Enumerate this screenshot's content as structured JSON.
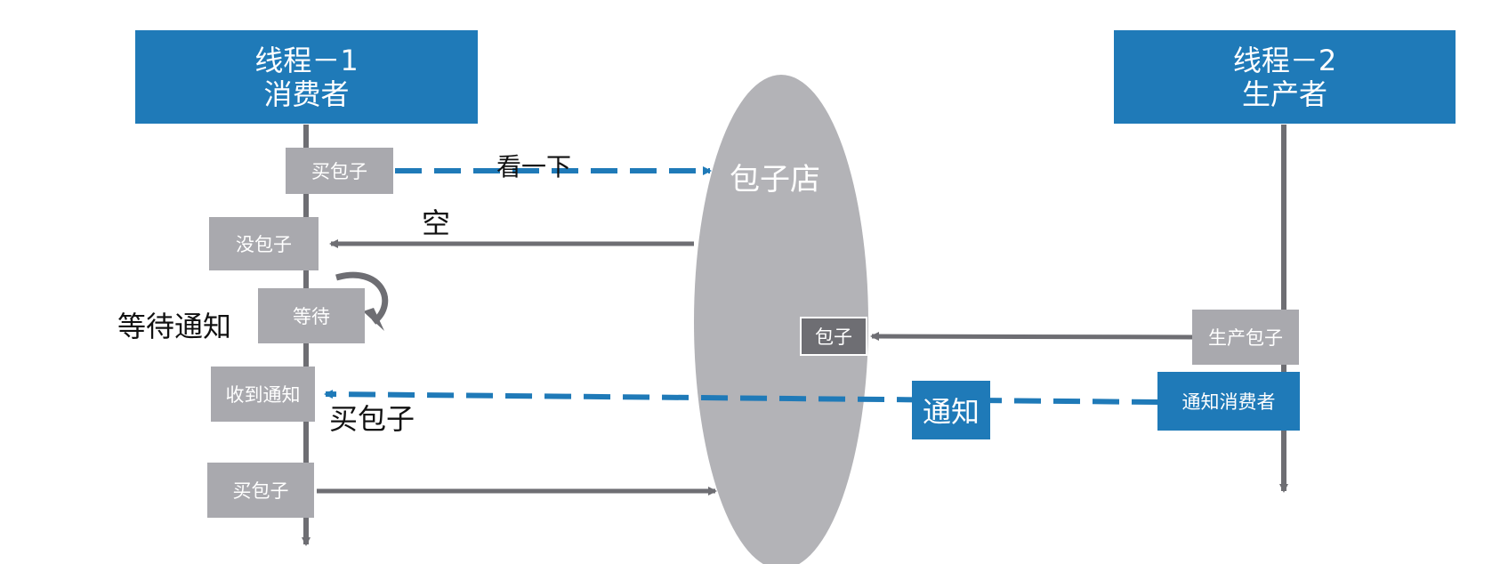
{
  "thread1": {
    "line1": "线程－1",
    "line2": "消费者"
  },
  "thread2": {
    "line1": "线程－2",
    "line2": "生产者"
  },
  "shop": {
    "label": "包子店"
  },
  "consumer_steps": {
    "buy1": "买包子",
    "no_bun": "没包子",
    "wait": "等待",
    "notified": "收到通知",
    "buy2": "买包子"
  },
  "producer_steps": {
    "produce": "生产包子",
    "notify_consumer": "通知消费者"
  },
  "bun_box": "包子",
  "labels": {
    "look": "看一下",
    "empty": "空",
    "wait_notify": "等待通知",
    "buy_bun": "买包子",
    "notify": "通知"
  },
  "colors": {
    "blue": "#1f7ab8",
    "gray_box": "#a9a9ae",
    "arrow_gray": "#6e6e73",
    "shop_gray": "#b3b3b7"
  }
}
